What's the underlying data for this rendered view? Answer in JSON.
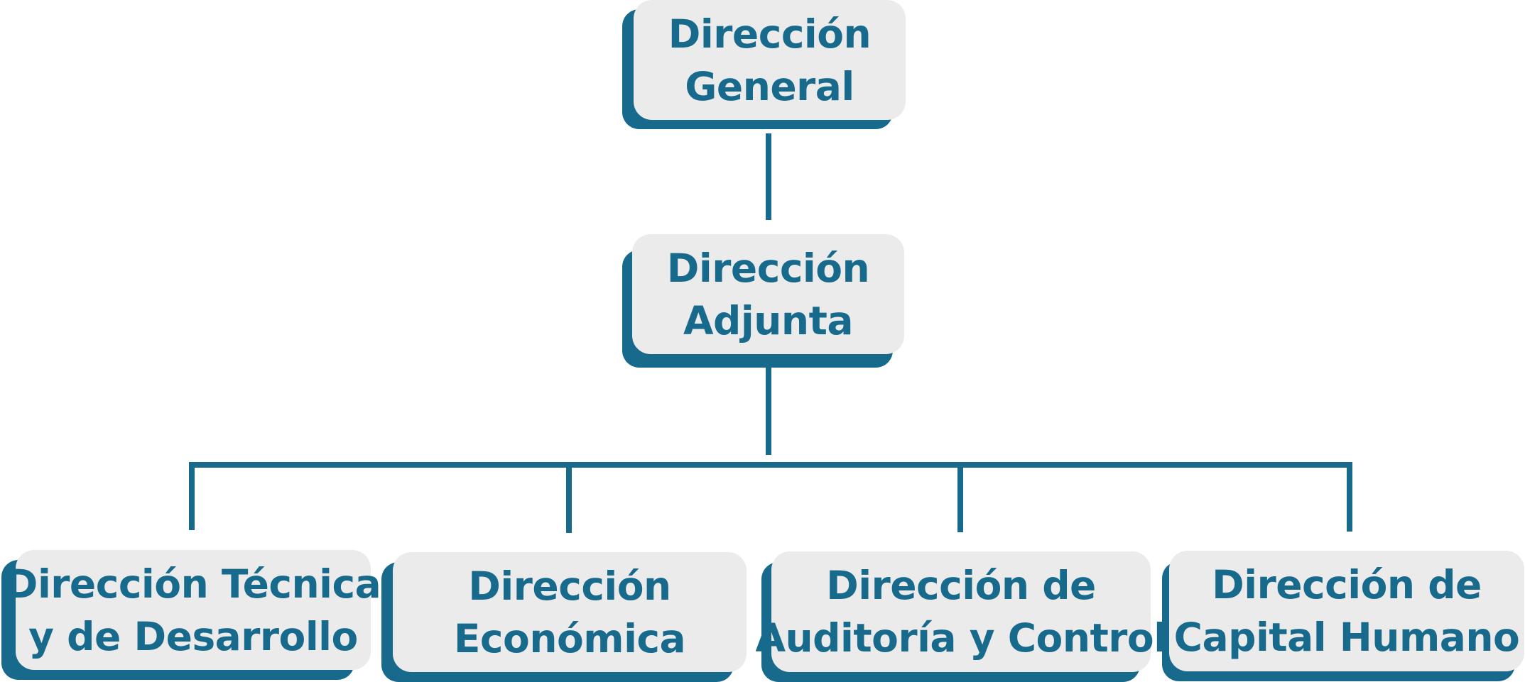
{
  "colors": {
    "accent": "#186a8c",
    "box_fill": "#ebebeb",
    "background": "#ffffff"
  },
  "org_chart": {
    "root": {
      "line1": "Dirección",
      "line2": "General"
    },
    "deputy": {
      "line1": "Dirección",
      "line2": "Adjunta"
    },
    "departments": [
      {
        "line1": "Dirección Técnica",
        "line2": "y de Desarrollo"
      },
      {
        "line1": "Dirección",
        "line2": "Económica"
      },
      {
        "line1": "Dirección de",
        "line2": "Auditoría y Control"
      },
      {
        "line1": "Dirección de",
        "line2": "Capital Humano"
      }
    ]
  }
}
